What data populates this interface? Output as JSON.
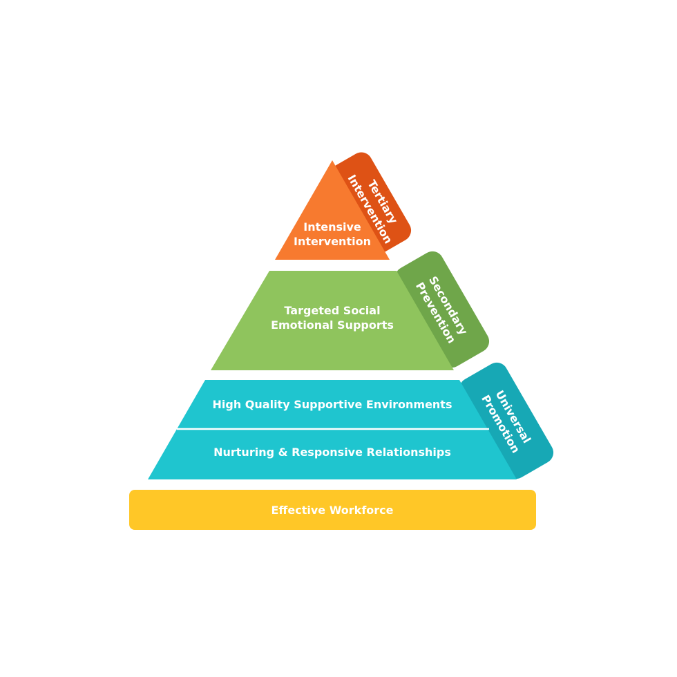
{
  "pyramid": {
    "top": {
      "label_line1": "Intensive",
      "label_line2": "Intervention",
      "color": "#F77A2F"
    },
    "middle": {
      "label_line1": "Targeted Social",
      "label_line2": "Emotional Supports",
      "color": "#8FC45D"
    },
    "bottom": {
      "upper_label": "High Quality Supportive Environments",
      "lower_label": "Nurturing & Responsive Relationships",
      "color": "#1FC5CF"
    },
    "foundation": {
      "label": "Effective Workforce",
      "color": "#FFC727"
    }
  },
  "side_tabs": {
    "tertiary": {
      "line1": "Tertiary",
      "line2": "Intervention",
      "color": "#DE5215"
    },
    "secondary": {
      "line1": "Secondary",
      "line2": "Prevention",
      "color": "#6FA64A"
    },
    "universal": {
      "line1": "Universal",
      "line2": "Promotion",
      "color": "#17A8B5"
    }
  }
}
